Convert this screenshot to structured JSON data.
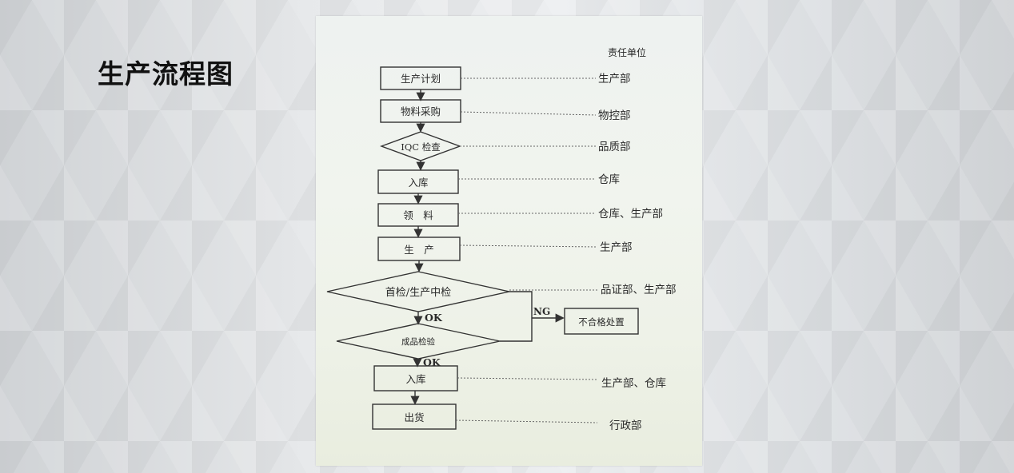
{
  "title": "生产流程图",
  "header": "责任单位",
  "steps": [
    {
      "text": "生产计划",
      "owner": "生产部"
    },
    {
      "text": "物料采购",
      "owner": "物控部"
    },
    {
      "text": "IQC 检查",
      "owner": "品质部"
    },
    {
      "text": "入库",
      "owner": "仓库"
    },
    {
      "text": "领　料",
      "owner": "仓库、生产部"
    },
    {
      "text": "生　产",
      "owner": "生产部"
    },
    {
      "text": "首检/生产中检",
      "owner": "品证部、生产部"
    },
    {
      "text": "成品检验",
      "owner": ""
    },
    {
      "text": "入库",
      "owner": "生产部、仓库"
    },
    {
      "text": "出货",
      "owner": "行政部"
    }
  ],
  "branch": {
    "ng": "NG",
    "ok": "OK",
    "reject": "不合格处置"
  }
}
